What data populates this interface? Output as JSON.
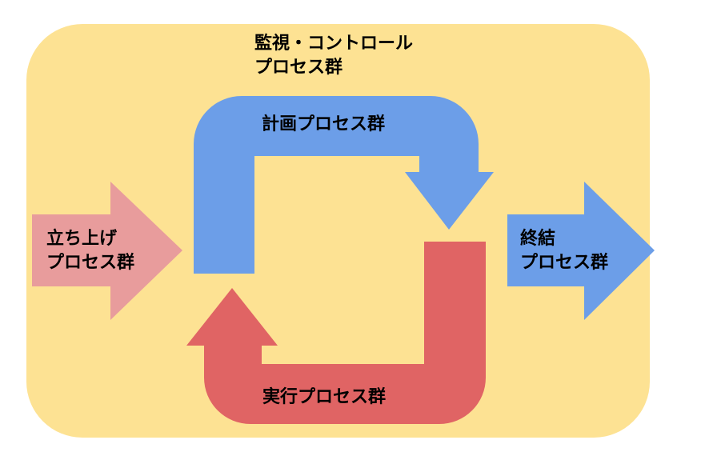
{
  "diagram": {
    "monitoring": {
      "line1": "監視・コントロール",
      "line2": "プロセス群",
      "color": "#fde293"
    },
    "initiating": {
      "line1": "立ち上げ",
      "line2": "プロセス群",
      "color": "#e89c9c"
    },
    "planning": {
      "label": "計画プロセス群",
      "color": "#6c9ee8"
    },
    "executing": {
      "label": "実行プロセス群",
      "color": "#e06464"
    },
    "closing": {
      "line1": "終結",
      "line2": "プロセス群",
      "color": "#6c9ee8"
    }
  }
}
